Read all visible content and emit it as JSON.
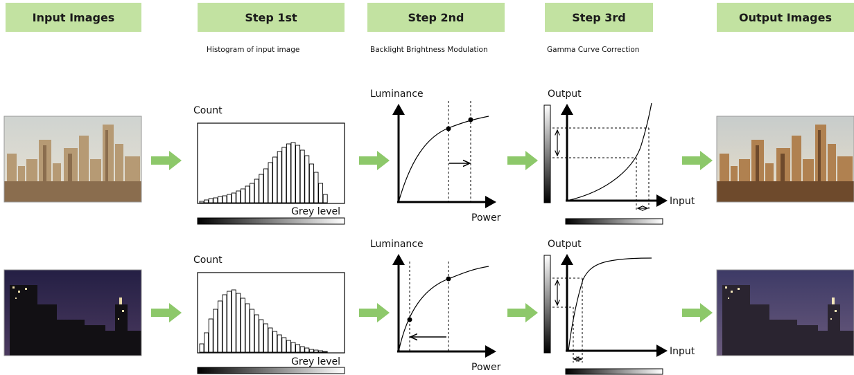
{
  "headers": {
    "input": "Input Images",
    "step1": "Step 1st",
    "step2": "Step 2nd",
    "step3": "Step 3rd",
    "output": "Output Images"
  },
  "subtitles": {
    "step1": "Histogram of input image",
    "step2": "Backlight Brightness Modulation",
    "step3": "Gamma Curve Correction"
  },
  "histogram": {
    "count_label": "Count",
    "grey_level_label": "Grey level",
    "bright_bins": [
      0.02,
      0.04,
      0.06,
      0.07,
      0.09,
      0.1,
      0.12,
      0.14,
      0.17,
      0.2,
      0.24,
      0.28,
      0.34,
      0.41,
      0.49,
      0.58,
      0.66,
      0.74,
      0.8,
      0.85,
      0.87,
      0.83,
      0.76,
      0.68,
      0.56,
      0.44,
      0.28,
      0.12
    ],
    "dark_bins": [
      0.12,
      0.28,
      0.48,
      0.62,
      0.74,
      0.83,
      0.88,
      0.9,
      0.85,
      0.78,
      0.7,
      0.62,
      0.54,
      0.47,
      0.41,
      0.35,
      0.3,
      0.25,
      0.21,
      0.17,
      0.14,
      0.11,
      0.08,
      0.06,
      0.04,
      0.03,
      0.02,
      0.01
    ]
  },
  "backlight": {
    "luminance_label": "Luminance",
    "power_label": "Power"
  },
  "gamma": {
    "output_label": "Output",
    "input_label": "Input"
  },
  "colors": {
    "header_bg": "#c2e2a1",
    "arrow_green": "#8dc86a"
  }
}
